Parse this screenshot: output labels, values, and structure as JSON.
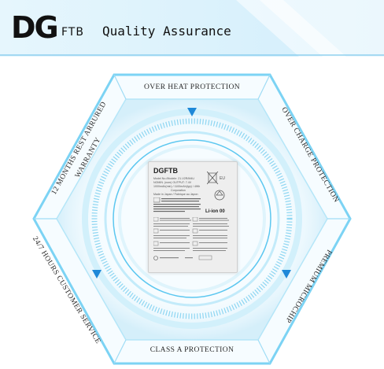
{
  "header": {
    "logo_dg": "DG",
    "logo_ftb": "FTB",
    "title": "Quality Assurance"
  },
  "hexagon": {
    "top": "OVER HEAT PROTECTION",
    "upper_right": "OVER CHARGE PROTECTION",
    "lower_right": "PREMIUM MICROCHIP",
    "bottom": "CLASS A PROTECTION",
    "lower_left": "24/7 HOURS CUSTOMER SERVICE",
    "upper_left_line1": "12 MONTHS REST ARRURED",
    "upper_left_line2": "WARRANTY"
  },
  "battery": {
    "brand": "DGFTB",
    "lines": [
      "Model No./Modele: 21-V2R/M4U",
      "NOMIN. (nom) OUTPUT: 7.4V",
      "1000mAh(min) / 1100mAh(typ) / 4Wh",
      "Corporation",
      "Made in Japan / Fabrique au Japon"
    ],
    "chem": "Li-ion 00"
  },
  "colors": {
    "accent": "#29a6e3",
    "triangle": "#1e88d8",
    "hex_fill": "#f4fbff"
  }
}
